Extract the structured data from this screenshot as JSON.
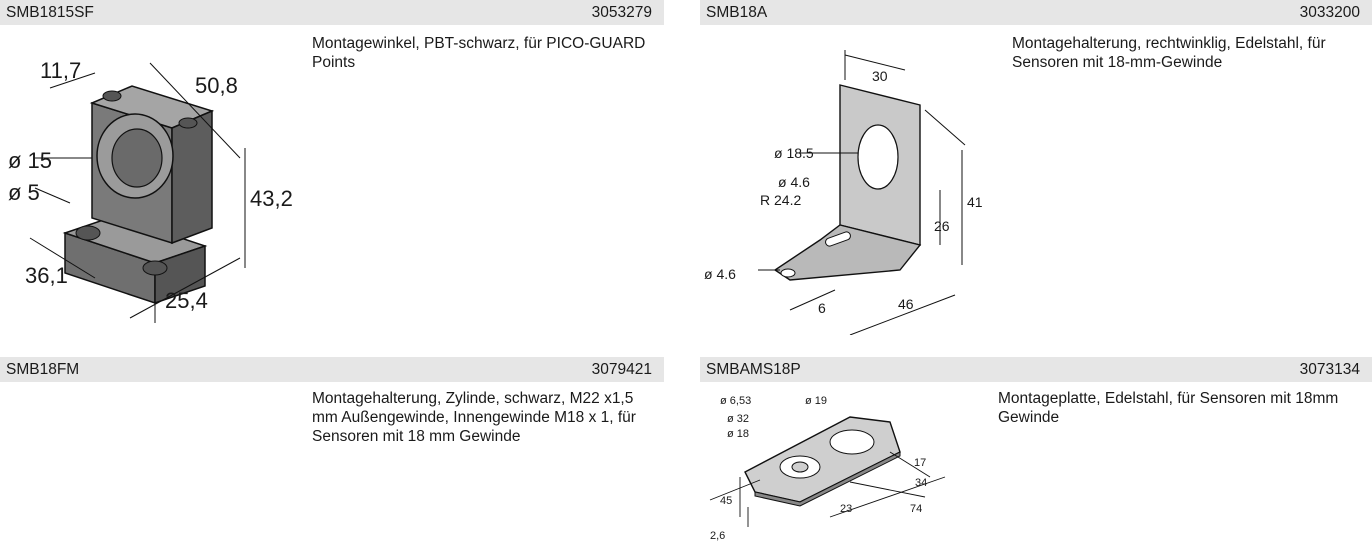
{
  "items": [
    {
      "code": "SMB1815SF",
      "number": "3053279",
      "description": "Montagewinkel, PBT-schwarz, für PICO-GUARD Points",
      "dims": {
        "a": "11,7",
        "b": "50,8",
        "c": "ø 15",
        "d": "ø 5",
        "e": "43,2",
        "f": "36,1",
        "g": "25,4"
      }
    },
    {
      "code": "SMB18A",
      "number": "3033200",
      "description": "Montagehalterung, rechtwinklig, Edelstahl, für Sensoren mit 18-mm-Gewinde",
      "dims": {
        "a": "30",
        "b": "ø 18.5",
        "c": "ø 4.6",
        "d": "R 24.2",
        "e": "41",
        "f": "26",
        "g": "ø 4.6",
        "h": "6",
        "i": "46"
      }
    },
    {
      "code": "SMB18FM",
      "number": "3079421",
      "description": "Montagehalterung, Zylinde, schwarz, M22 x1,5 mm Außengewinde, Innengewinde M18 x 1, für Sensoren mit 18 mm Gewinde"
    },
    {
      "code": "SMBAMS18P",
      "number": "3073134",
      "description": "Montageplatte, Edelstahl, für Sensoren mit 18mm Gewinde",
      "dims": {
        "a": "ø 6,53",
        "b": "ø 19",
        "c": "ø 32",
        "d": "ø 18",
        "e": "17",
        "f": "34",
        "g": "45",
        "h": "23",
        "i": "74",
        "j": "2,6"
      }
    }
  ]
}
